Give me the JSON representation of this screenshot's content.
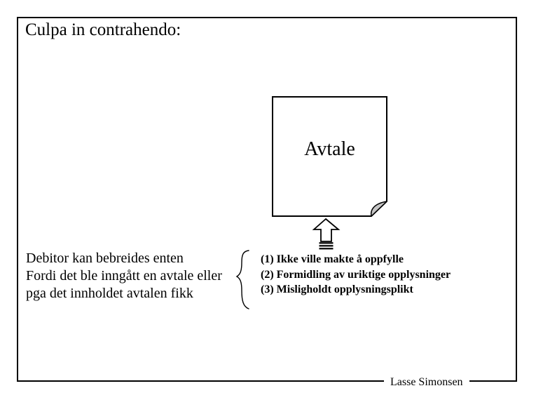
{
  "slide": {
    "title": "Culpa in contrahendo:",
    "document_shape": {
      "label": "Avtale"
    },
    "left_text": {
      "lines": [
        "Debitor kan bebreides enten",
        "Fordi det ble inngått en avtale eller",
        "pga det innholdet avtalen fikk"
      ]
    },
    "reasons_list": {
      "items": [
        "(1) Ikke ville makte å oppfylle",
        "(2) Formidling av uriktige opplysninger",
        "(3) Misligholdt opplysningsplikt"
      ]
    },
    "footer": {
      "author": "Lasse Simonsen"
    },
    "colors": {
      "ink": "#000000",
      "background": "#ffffff",
      "fold_fill": "#c6c6c6"
    }
  }
}
